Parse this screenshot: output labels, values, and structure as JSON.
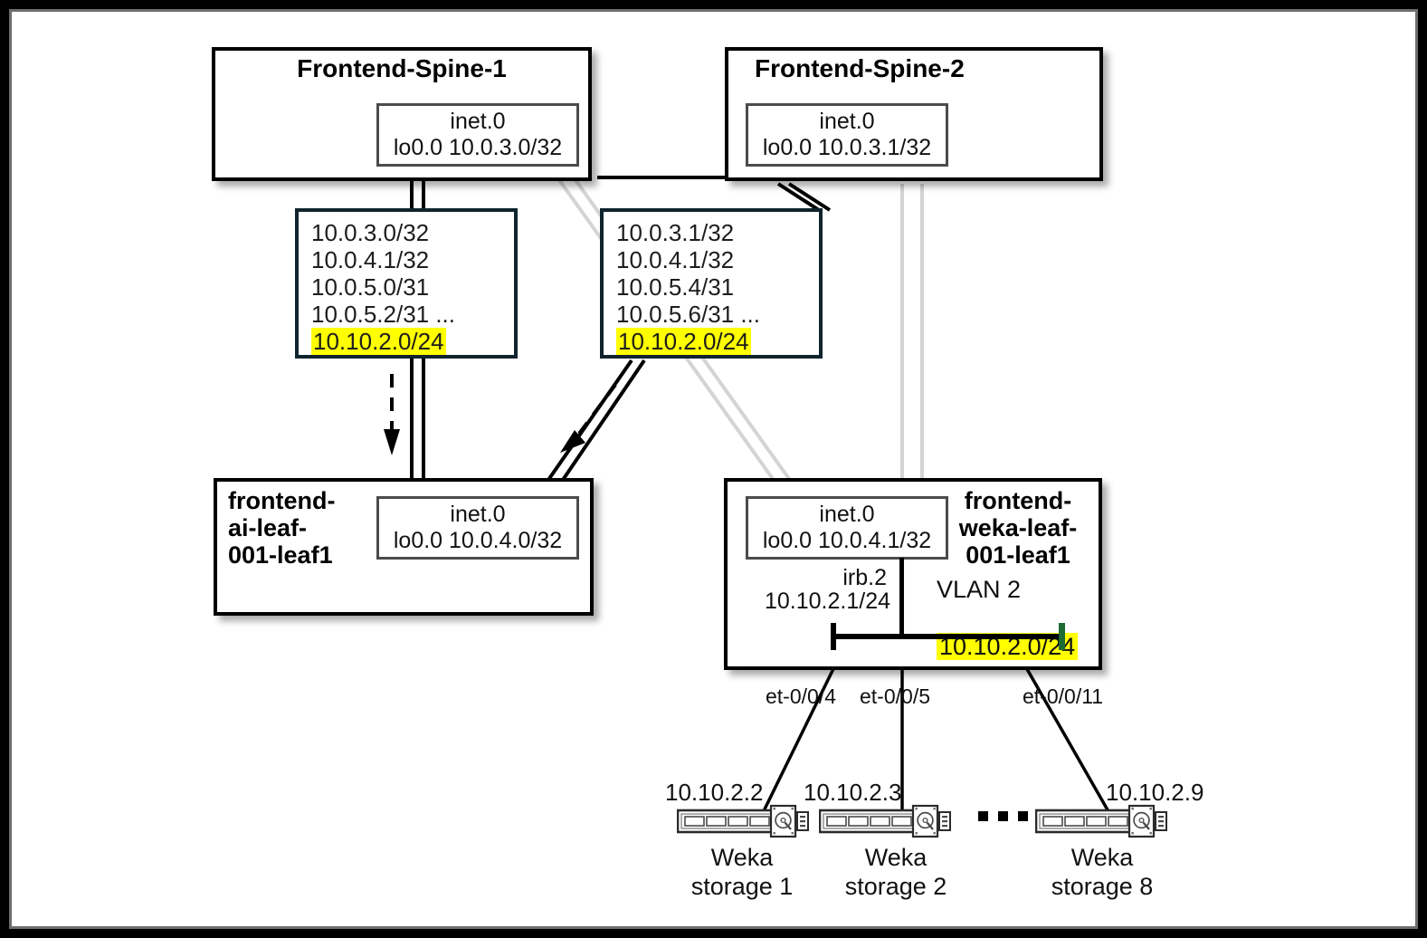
{
  "diagram": {
    "title_region": "Frontend network underlay / VLAN 2 storage fabric",
    "highlight_color": "#ffff00",
    "vlan_cap_color": "#1d6b33"
  },
  "spines": [
    {
      "id": "spine1",
      "name": "Frontend-Spine-1",
      "inet": {
        "table": "inet.0",
        "loopback": "lo0.0  10.0.3.0/32"
      }
    },
    {
      "id": "spine2",
      "name": "Frontend-Spine-2",
      "inet": {
        "table": "inet.0",
        "loopback": "lo0.0  10.0.3.1/32"
      }
    }
  ],
  "route_tables": [
    {
      "id": "rt-left",
      "routes": [
        "10.0.3.0/32",
        "10.0.4.1/32",
        "10.0.5.0/31",
        "10.0.5.2/31 ..."
      ],
      "highlighted": "10.10.2.0/24"
    },
    {
      "id": "rt-right",
      "routes": [
        "10.0.3.1/32",
        "10.0.4.1/32",
        "10.0.5.4/31",
        "10.0.5.6/31 ..."
      ],
      "highlighted": "10.10.2.0/24"
    }
  ],
  "leaves": [
    {
      "id": "ai-leaf",
      "name": "frontend-\nai-leaf-\n001-leaf1",
      "inet": {
        "table": "inet.0",
        "loopback": "lo0.0  10.0.4.0/32"
      }
    },
    {
      "id": "weka-leaf",
      "name": "frontend-\nweka-leaf-\n001-leaf1",
      "inet": {
        "table": "inet.0",
        "loopback": "lo0.0  10.0.4.1/32"
      },
      "irb": {
        "label": "irb.2",
        "address": "10.10.2.1/24"
      },
      "vlan": {
        "label": "VLAN 2",
        "subnet": "10.10.2.0/24"
      }
    }
  ],
  "ports": [
    {
      "name": "et-0/0/4"
    },
    {
      "name": "et-0/0/5"
    },
    {
      "name": "et-0/0/11"
    }
  ],
  "storage_nodes": [
    {
      "ip": "10.10.2.2",
      "name": "Weka\nstorage 1"
    },
    {
      "ip": "10.10.2.3",
      "name": "Weka\nstorage 2"
    },
    {
      "ip": "10.10.2.9",
      "name": "Weka\nstorage 8"
    }
  ],
  "ellipsis": "...."
}
